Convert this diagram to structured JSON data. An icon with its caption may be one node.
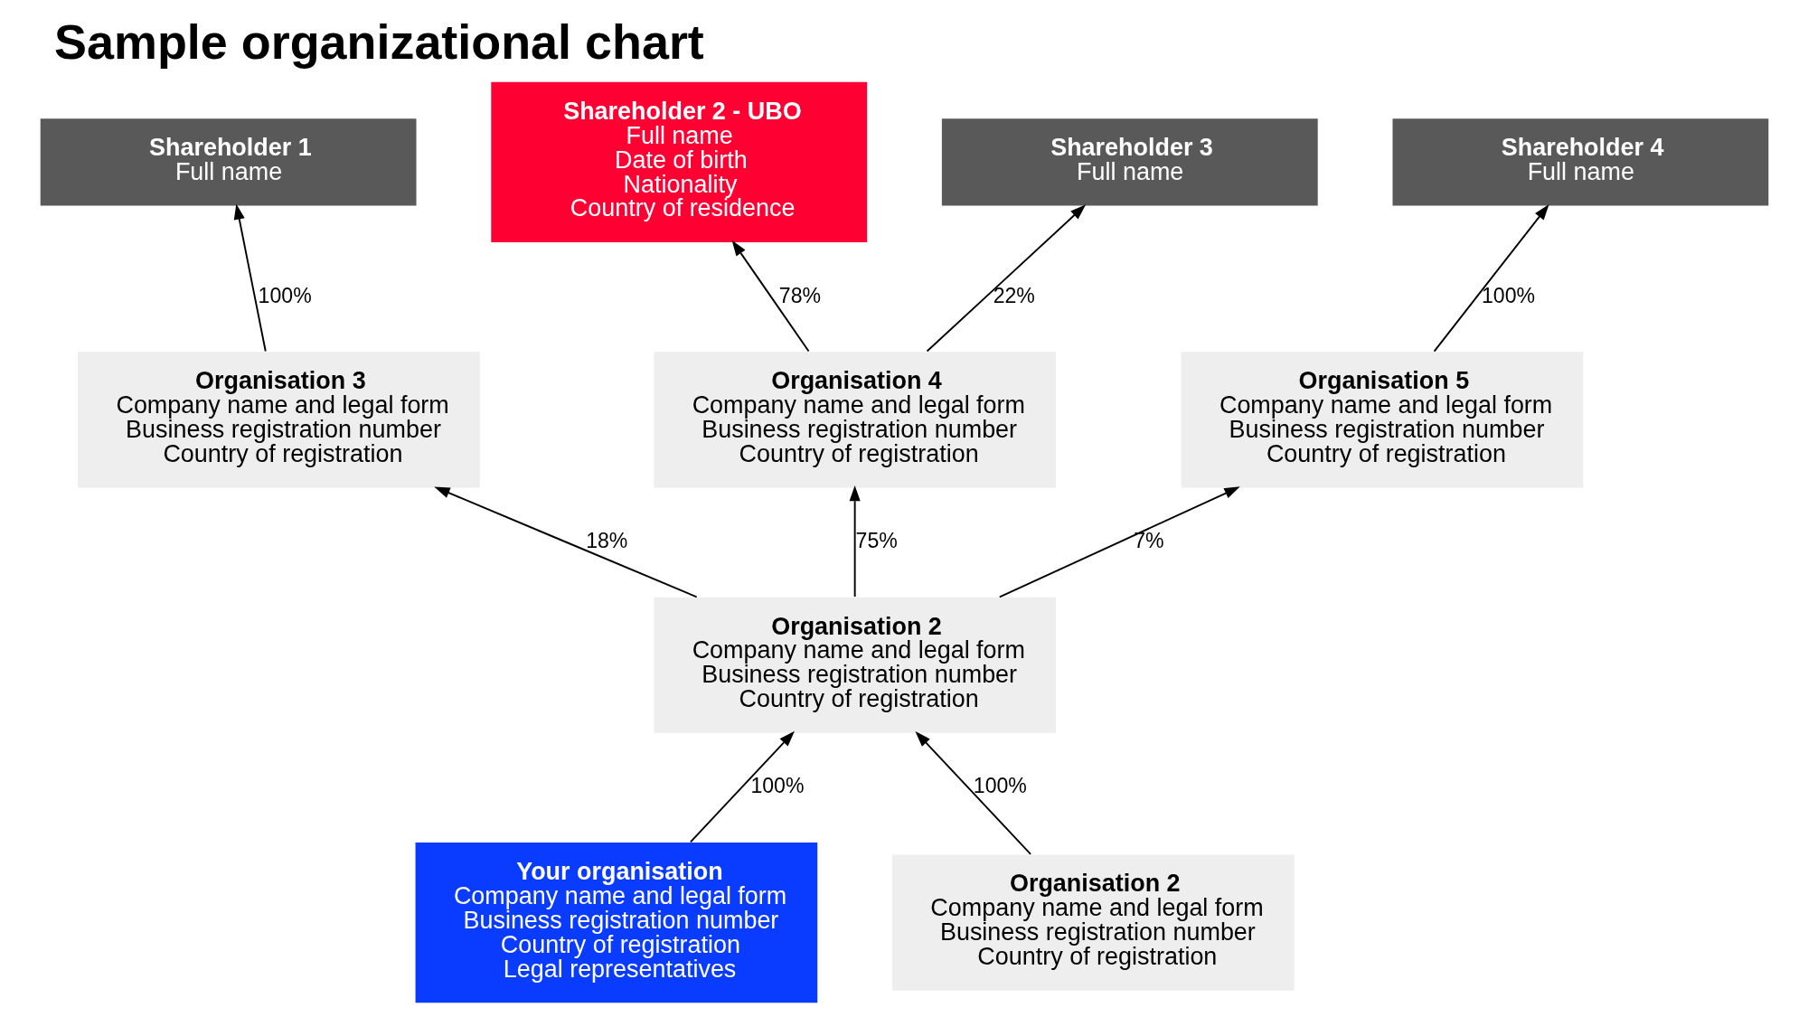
{
  "diagram": {
    "title": "Sample organizational chart",
    "nodes": [
      {
        "text": [
          "Shareholder 1",
          "Full name"
        ]
      },
      {
        "text": [
          "Shareholder 2 - UBO",
          "Full name",
          "Date of birth",
          "Nationality",
          "Country of residence"
        ]
      },
      {
        "text": [
          "Shareholder 3",
          "Full name"
        ]
      },
      {
        "text": [
          "Shareholder 4",
          "Full name"
        ]
      },
      {
        "text": [
          "Organisation 3",
          "Company name and legal form",
          "Business registration number",
          "Country of registration"
        ]
      },
      {
        "text": [
          "Organisation 4",
          "Company name and legal form",
          "Business registration number",
          "Country of registration"
        ]
      },
      {
        "text": [
          "Organisation 5",
          "Company name and legal form",
          "Business registration number",
          "Country of registration"
        ]
      },
      {
        "text": [
          "Organisation 2",
          "Company name and legal form",
          "Business registration number",
          "Country of registration"
        ]
      },
      {
        "text": [
          "Your organisation",
          "Company name and legal form",
          "Business registration number",
          "Country of registration",
          "Legal representatives"
        ]
      },
      {
        "text": [
          "Organisation 2",
          "Company name and legal form",
          "Business registration number",
          "Country of registration"
        ]
      }
    ],
    "edges": [
      {
        "from": 4,
        "to": 0,
        "arrow": "to",
        "label": "100%"
      },
      {
        "from": 5,
        "to": 1,
        "arrow": "to",
        "label": "78%"
      },
      {
        "from": 5,
        "to": 2,
        "arrow": "to",
        "label": "22%"
      },
      {
        "from": 6,
        "to": 3,
        "arrow": "to",
        "label": "100%"
      },
      {
        "from": 7,
        "to": 4,
        "arrow": "to",
        "label": "18%"
      },
      {
        "from": 7,
        "to": 5,
        "arrow": "to",
        "label": "75%"
      },
      {
        "from": 7,
        "to": 6,
        "arrow": "to",
        "label": "7%"
      },
      {
        "from": 8,
        "to": 7,
        "arrow": "to",
        "label": "100%"
      },
      {
        "from": 9,
        "to": 7,
        "arrow": "to",
        "label": "100%"
      }
    ]
  }
}
